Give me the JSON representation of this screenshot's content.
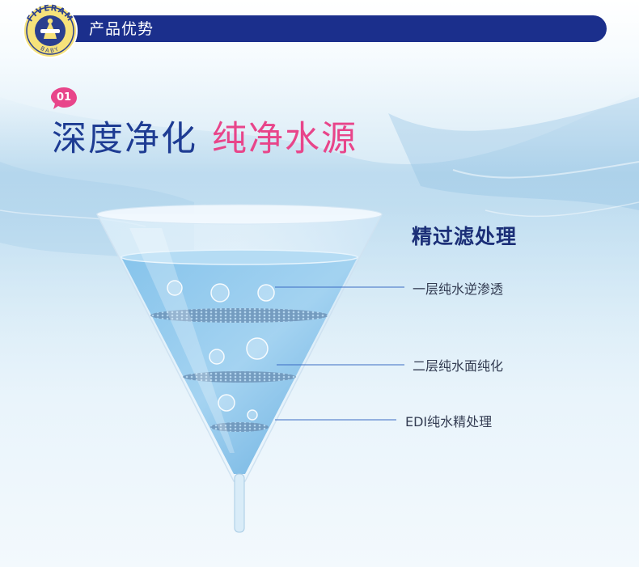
{
  "header": {
    "title": "产品优势",
    "logo_text": "FIVERAM",
    "logo_subtext": "BABY"
  },
  "section": {
    "number": "01",
    "headline_part1": "深度净化",
    "headline_part2": "纯净水源"
  },
  "process": {
    "title": "精过滤处理",
    "layers": [
      "一层纯水逆渗透",
      "二层纯水面纯化",
      "EDI纯水精处理"
    ]
  },
  "colors": {
    "header_bar": "#1b2f8c",
    "headline_blue": "#1e3c93",
    "headline_pink": "#e8458a",
    "badge": "#e8458a",
    "logo_yellow": "#f6e27a"
  }
}
